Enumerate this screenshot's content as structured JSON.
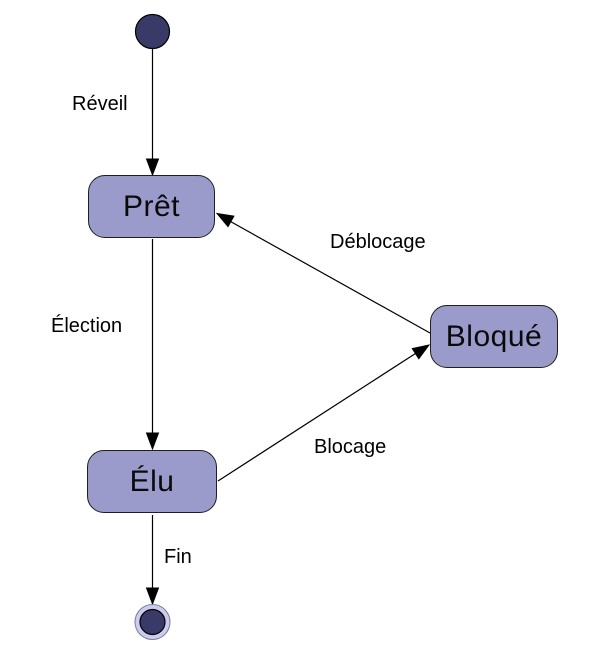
{
  "diagram": {
    "type": "uml-state-machine",
    "language": "fr",
    "background_color": "#ffffff",
    "colors": {
      "state_fill": "#9a9bcb",
      "state_border": "#1f1f1f",
      "node_fill": "#3a3a68",
      "node_border": "#000000",
      "final_ring_fill": "#ccccee",
      "edge_color": "#000000",
      "text_color": "#000000"
    },
    "states": [
      {
        "id": "pret",
        "label": "Prêt"
      },
      {
        "id": "bloque",
        "label": "Bloqué"
      },
      {
        "id": "elu",
        "label": "Élu"
      }
    ],
    "pseudostates": [
      {
        "id": "initial",
        "kind": "initial-state"
      },
      {
        "id": "final",
        "kind": "final-state"
      }
    ],
    "transitions": [
      {
        "from": "initial",
        "to": "pret",
        "label": "Réveil"
      },
      {
        "from": "pret",
        "to": "elu",
        "label": "Élection"
      },
      {
        "from": "elu",
        "to": "bloque",
        "label": "Blocage"
      },
      {
        "from": "bloque",
        "to": "pret",
        "label": "Déblocage"
      },
      {
        "from": "elu",
        "to": "final",
        "label": "Fin"
      }
    ]
  }
}
